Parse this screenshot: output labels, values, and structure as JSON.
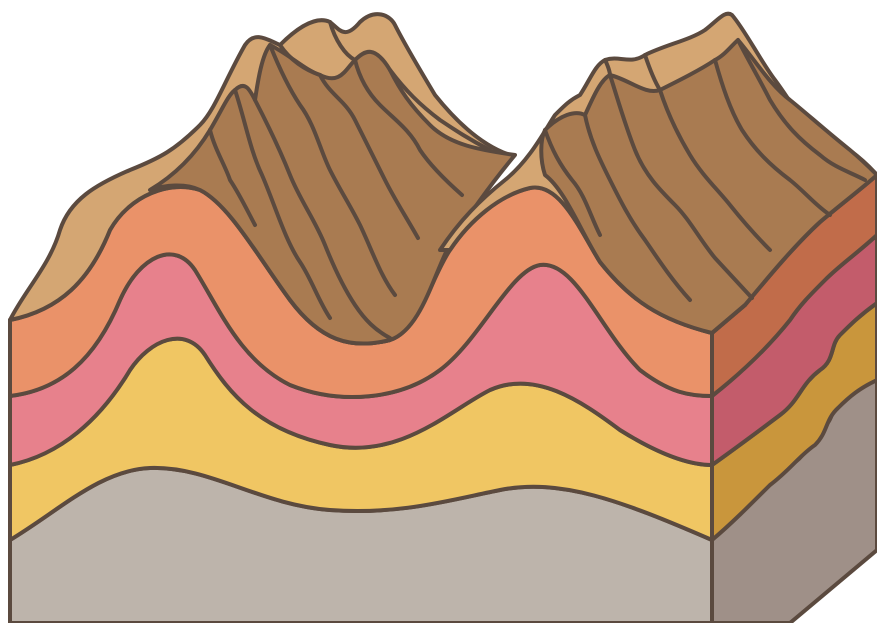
{
  "diagram": {
    "layers": [
      {
        "name": "base-layer",
        "front_color": "#bdb4ab",
        "side_color": "#9f9088"
      },
      {
        "name": "yellow-layer",
        "front_color": "#f0c663",
        "side_color": "#c9963c"
      },
      {
        "name": "pink-layer",
        "front_color": "#e7818c",
        "side_color": "#c35c6b"
      },
      {
        "name": "orange-layer",
        "front_color": "#ea9269",
        "side_color": "#c16c4a"
      }
    ],
    "mountain_colors": {
      "dark": "#a97b51",
      "light": "#d4a673"
    },
    "outline_color": "#5b4a3f"
  }
}
